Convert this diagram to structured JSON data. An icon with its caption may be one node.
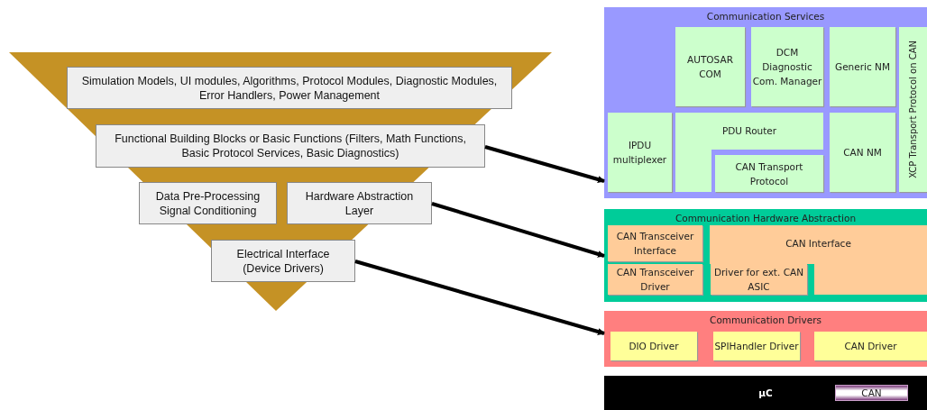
{
  "diagram": {
    "nodes": [
      {
        "text": [],
        "shape": "triangle"
      },
      {
        "text": [
          "Simulation Models, UI modules, Algorithms, Protocol Modules, Diagnostic Modules, Error Handlers, Power Management"
        ],
        "in": 0
      },
      {
        "text": [
          "Functional Building Blocks or Basic Functions (Filters, Math Functions, Basic Protocol Services, Basic Diagnostics)"
        ],
        "in": 0
      },
      {
        "text": [
          "Data Pre-Processing Signal Conditioning"
        ],
        "in": 0
      },
      {
        "text": [
          "Hardware Abstraction Layer"
        ],
        "in": 0
      },
      {
        "text": [
          "Electrical Interface (Device Drivers)"
        ],
        "in": 0
      },
      {
        "text": [
          "Communication Services"
        ]
      },
      {
        "text": [
          "AUTOSAR COM"
        ],
        "in": 6
      },
      {
        "text": [
          "DCM Diagnostic Com. Manager"
        ],
        "in": 6
      },
      {
        "text": [
          "Generic NM"
        ],
        "in": 6
      },
      {
        "text": [
          "XCP Transport Protocol on CAN"
        ],
        "in": 6
      },
      {
        "text": [
          "IPDU multiplexer"
        ],
        "in": 6
      },
      {
        "text": [
          "PDU Router"
        ],
        "in": 6
      },
      {
        "text": [
          "CAN NM"
        ],
        "in": 6
      },
      {
        "text": [
          "CAN Transport Protocol"
        ],
        "in": 6
      },
      {
        "text": [
          "Communication Hardware Abstraction"
        ]
      },
      {
        "text": [
          "CAN Transceiver Interface"
        ],
        "in": 15
      },
      {
        "text": [
          "CAN Interface"
        ],
        "in": 15
      },
      {
        "text": [
          "CAN Transceiver Driver"
        ],
        "in": 15
      },
      {
        "text": [
          "Driver for ext. CAN ASIC"
        ],
        "in": 15
      },
      {
        "text": [
          "Communication Drivers"
        ]
      },
      {
        "text": [
          "DIO Driver"
        ],
        "in": 20
      },
      {
        "text": [
          "SPIHandler Driver"
        ],
        "in": 20
      },
      {
        "text": [
          "CAN Driver"
        ],
        "in": 20
      },
      {
        "text": [
          "µC"
        ]
      },
      {
        "text": [
          "CAN"
        ],
        "in": 24
      }
    ],
    "edges": [
      {
        "from": 2,
        "to": 6,
        "arrow": "to"
      },
      {
        "from": 4,
        "to": 15,
        "arrow": "to"
      },
      {
        "from": 5,
        "to": 20,
        "arrow": "to"
      }
    ]
  }
}
